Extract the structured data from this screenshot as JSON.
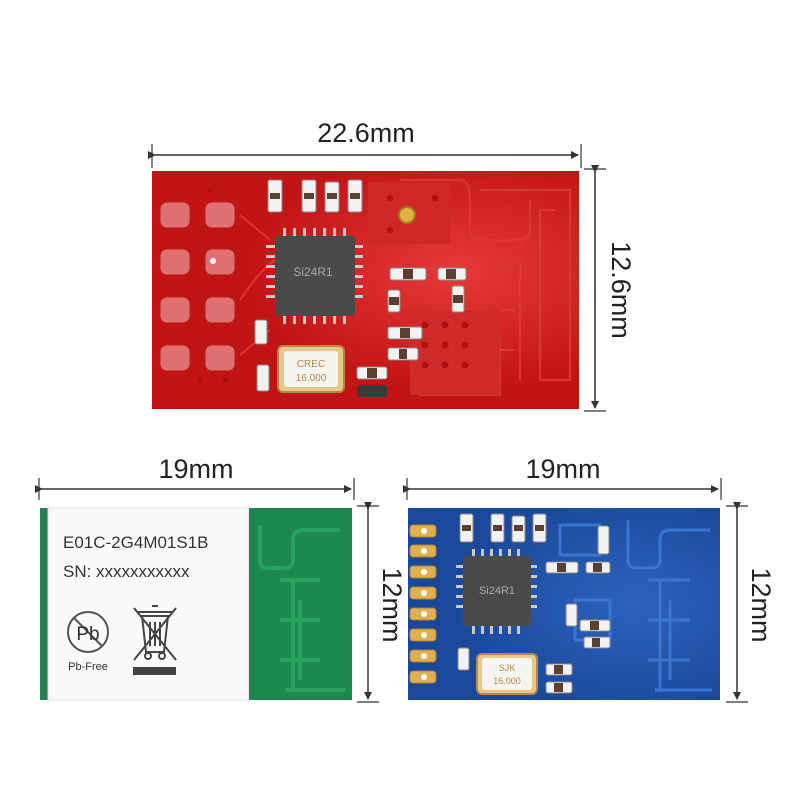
{
  "dimensions": {
    "red_width": "22.6mm",
    "red_height": "12.6mm",
    "white_width": "19mm",
    "white_height": "12mm",
    "blue_width": "19mm",
    "blue_height": "12mm"
  },
  "red_module": {
    "chip_label": "Si24R1",
    "crystal_line1": "CREC",
    "crystal_line2": "16.000",
    "color": "#c41616"
  },
  "shielded_module": {
    "model": "E01C-2G4M01S1B",
    "serial": "SN: xxxxxxxxxxx",
    "pb_symbol": "Pb",
    "pb_caption": "Pb-Free",
    "antenna_color": "#1c8a4e"
  },
  "blue_module": {
    "chip_label": "Si24R1",
    "crystal_line1": "SJK",
    "crystal_line2": "16.000",
    "color": "#1d4fa3"
  }
}
